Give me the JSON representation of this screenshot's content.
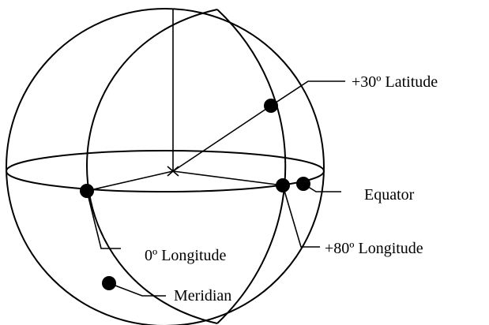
{
  "labels": {
    "latitude_30": "+30º Latitude",
    "equator": "Equator",
    "longitude_0": "0º Longitude",
    "longitude_80": "+80º Longitude",
    "meridian": "Meridian"
  },
  "colors": {
    "line": "#000000",
    "background": "#ffffff"
  }
}
